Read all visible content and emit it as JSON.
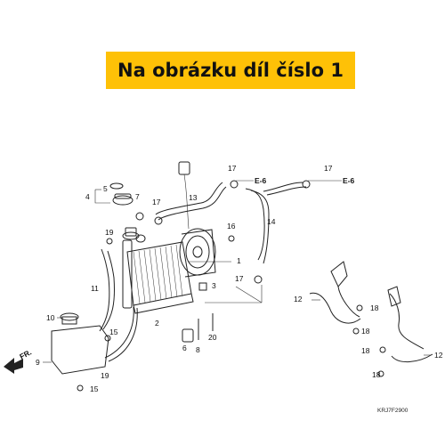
{
  "banner": {
    "text": "Na obrázku díl číslo 1"
  },
  "labels": {
    "l1": "1",
    "l2": "2",
    "l3": "3",
    "l4": "4",
    "l5": "5",
    "l6": "6",
    "l7": "7",
    "l8": "8",
    "l9": "9",
    "l10": "10",
    "l11": "11",
    "l12a": "12",
    "l12b": "12",
    "l13": "13",
    "l14": "14",
    "l15a": "15",
    "l15b": "15",
    "l16": "16",
    "l17a": "17",
    "l17b": "17",
    "l17c": "17",
    "l17d": "17",
    "l18a": "18",
    "l18b": "18",
    "l18c": "18",
    "l18d": "18",
    "l19a": "19",
    "l19b": "19",
    "l20": "20"
  },
  "refs": {
    "e6a": "E-6",
    "e6b": "E-6"
  },
  "direction": {
    "fr": "FR."
  },
  "diagram_code": "KRJ7F2900",
  "colors": {
    "banner_bg": "#fec107",
    "banner_text": "#111111"
  }
}
